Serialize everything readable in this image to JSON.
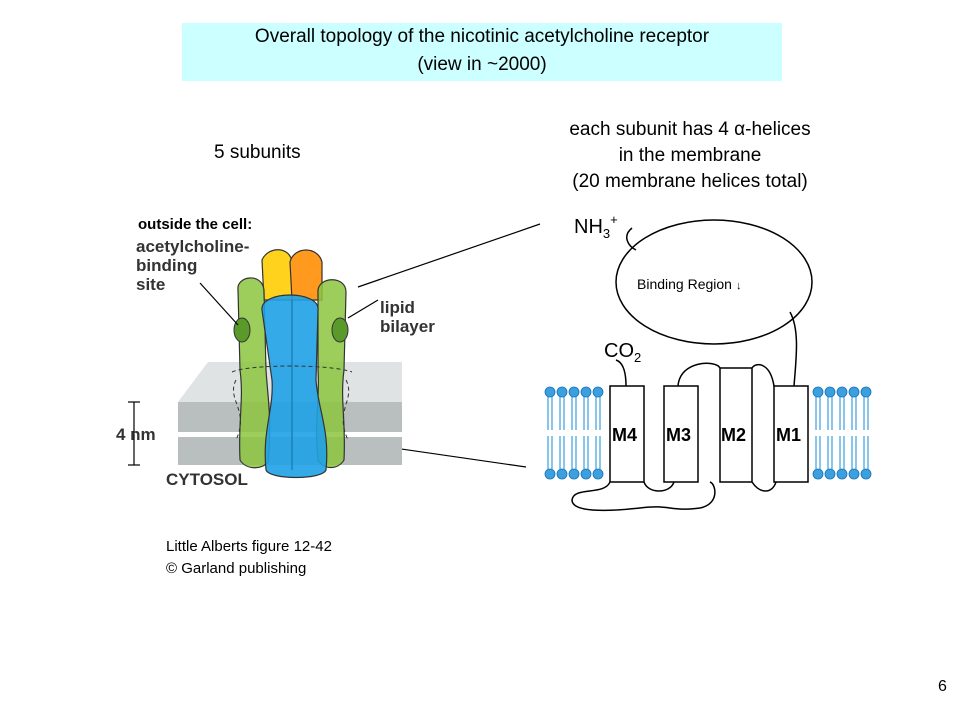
{
  "title": {
    "line1": "Overall topology of the nicotinic acetylcholine receptor",
    "line2": "(view in ~2000)"
  },
  "subunits_label": "5 subunits",
  "helices_text": {
    "line1_pre": "each subunit has 4 ",
    "line1_symbol": "α",
    "line1_post": "-helices",
    "line2": "in the membrane",
    "line3": "(20 membrane helices total)"
  },
  "left_figure": {
    "outside_label": "outside the cell:",
    "binding_site_label": [
      "acetylcholine-",
      "binding",
      "site"
    ],
    "lipid_label": [
      "lipid",
      "bilayer"
    ],
    "scale_label": "4 nm",
    "cytosol_label": "CYTOSOL",
    "colors": {
      "green": "#8cc63f",
      "dark_green": "#5a9a2a",
      "blue": "#1fa1e6",
      "yellow": "#ffd21e",
      "orange": "#ff9a1e",
      "membrane": "#c8cccc"
    }
  },
  "right_figure": {
    "nh3_label": "NH",
    "nh3_sub": "3",
    "nh3_sup": "+",
    "binding_region_label": "Binding Region",
    "binding_region_arrow": "↓",
    "co2_label": "CO",
    "co2_sub": "2",
    "helices": [
      "M4",
      "M3",
      "M2",
      "M1"
    ],
    "lipid_head_color": "#3aa0e0"
  },
  "caption": {
    "line1": "Little Alberts figure 12-42",
    "line2": "© Garland publishing"
  },
  "page_number": "6"
}
